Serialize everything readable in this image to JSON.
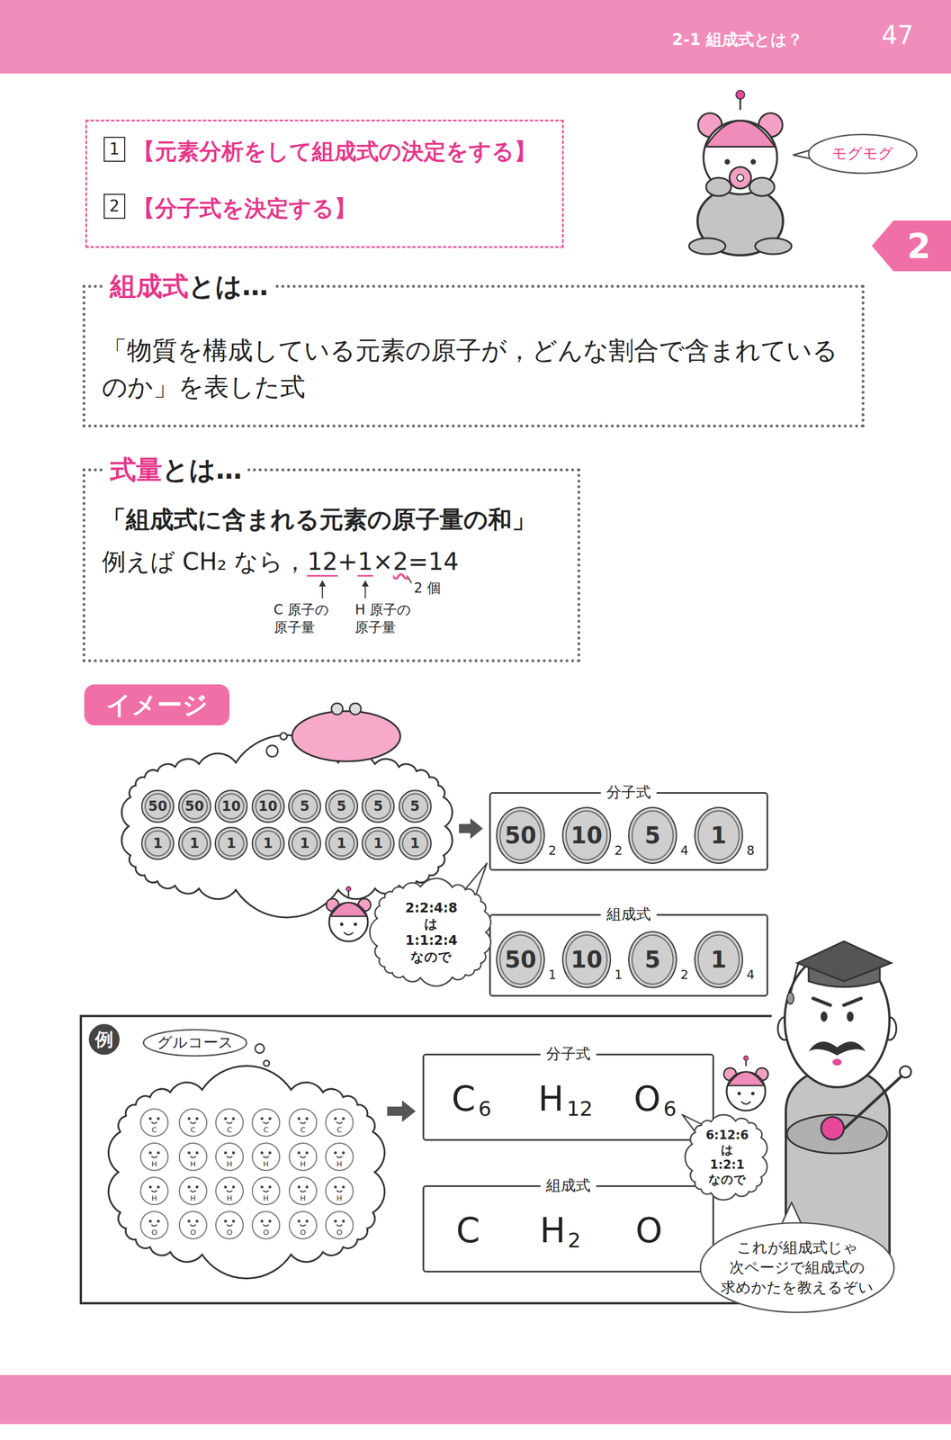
{
  "diagram": {
    "nodes": [
      {
        "text": [
          "【元素分析をして組成式の決定をする】",
          "【分子式を決定する】"
        ]
      },
      {
        "text": [
          "1"
        ],
        "in": 0
      },
      {
        "text": [
          "2"
        ],
        "in": 0
      },
      {
        "text": [
          "モグモグ"
        ]
      },
      {
        "text": [
          "2"
        ]
      },
      {
        "text": [
          "組成式",
          "とは…",
          "「物質を構成している元素の原子が，どんな割合で含まれているのか」を表した式"
        ]
      },
      {
        "text": [
          "式量",
          "とは…",
          "「組成式に含まれる元素の原子量の和」",
          "例えば CH₂ なら，",
          "12",
          "+",
          "1",
          "×",
          "2",
          "=14",
          "C 原子の 原子量",
          "H 原子の 原子量",
          "2 個"
        ]
      },
      {
        "text": [
          "イメージ"
        ]
      },
      {
        "text": [
          "50"
        ]
      },
      {
        "text": [
          "50"
        ]
      },
      {
        "text": [
          "10"
        ]
      },
      {
        "text": [
          "10"
        ]
      },
      {
        "text": [
          "5"
        ]
      },
      {
        "text": [
          "5"
        ]
      },
      {
        "text": [
          "5"
        ]
      },
      {
        "text": [
          "5"
        ]
      },
      {
        "text": [
          "1"
        ]
      },
      {
        "text": [
          "1"
        ]
      },
      {
        "text": [
          "1"
        ]
      },
      {
        "text": [
          "1"
        ]
      },
      {
        "text": [
          "1"
        ]
      },
      {
        "text": [
          "1"
        ]
      },
      {
        "text": [
          "1"
        ]
      },
      {
        "text": [
          "1"
        ]
      },
      {
        "text": [
          "分子式"
        ]
      },
      {
        "text": [
          "50",
          "2"
        ],
        "in": 24
      },
      {
        "text": [
          "10",
          "2"
        ],
        "in": 24
      },
      {
        "text": [
          "5",
          "4"
        ],
        "in": 24
      },
      {
        "text": [
          "1",
          "8"
        ],
        "in": 24
      },
      {
        "text": [
          "2:2:4:8 は 1:1:2:4 なので"
        ]
      },
      {
        "text": [
          "組成式"
        ]
      },
      {
        "text": [
          "50",
          "1"
        ],
        "in": 30
      },
      {
        "text": [
          "10",
          "1"
        ],
        "in": 30
      },
      {
        "text": [
          "5",
          "2"
        ],
        "in": 30
      },
      {
        "text": [
          "1",
          "4"
        ],
        "in": 30
      },
      {
        "text": [
          "例"
        ]
      },
      {
        "text": [
          "グルコース"
        ],
        "in": 35
      },
      {
        "text": [
          "C"
        ],
        "in": 35
      },
      {
        "text": [
          "C"
        ],
        "in": 35
      },
      {
        "text": [
          "C"
        ],
        "in": 35
      },
      {
        "text": [
          "C"
        ],
        "in": 35
      },
      {
        "text": [
          "C"
        ],
        "in": 35
      },
      {
        "text": [
          "C"
        ],
        "in": 35
      },
      {
        "text": [
          "H"
        ],
        "in": 35
      },
      {
        "text": [
          "H"
        ],
        "in": 35
      },
      {
        "text": [
          "H"
        ],
        "in": 35
      },
      {
        "text": [
          "H"
        ],
        "in": 35
      },
      {
        "text": [
          "H"
        ],
        "in": 35
      },
      {
        "text": [
          "H"
        ],
        "in": 35
      },
      {
        "text": [
          "H"
        ],
        "in": 35
      },
      {
        "text": [
          "H"
        ],
        "in": 35
      },
      {
        "text": [
          "H"
        ],
        "in": 35
      },
      {
        "text": [
          "H"
        ],
        "in": 35
      },
      {
        "text": [
          "H"
        ],
        "in": 35
      },
      {
        "text": [
          "H"
        ],
        "in": 35
      },
      {
        "text": [
          "O"
        ],
        "in": 35
      },
      {
        "text": [
          "O"
        ],
        "in": 35
      },
      {
        "text": [
          "O"
        ],
        "in": 35
      },
      {
        "text": [
          "O"
        ],
        "in": 35
      },
      {
        "text": [
          "O"
        ],
        "in": 35
      },
      {
        "text": [
          "O"
        ],
        "in": 35
      },
      {
        "text": [
          "分子式",
          "C",
          "6",
          "H",
          "12",
          "O",
          "6"
        ],
        "in": 35
      },
      {
        "text": [
          "6:12:6 は 1:2:1 なので"
        ],
        "in": 35
      },
      {
        "text": [
          "組成式",
          "C",
          "H",
          "2",
          "O"
        ],
        "in": 35
      },
      {
        "text": [
          "これが組成式じゃ 次ページで組成式の 求めかたを教えるぞい"
        ]
      }
    ],
    "labels": [
      "2-1 組成式とは？",
      "47"
    ]
  }
}
